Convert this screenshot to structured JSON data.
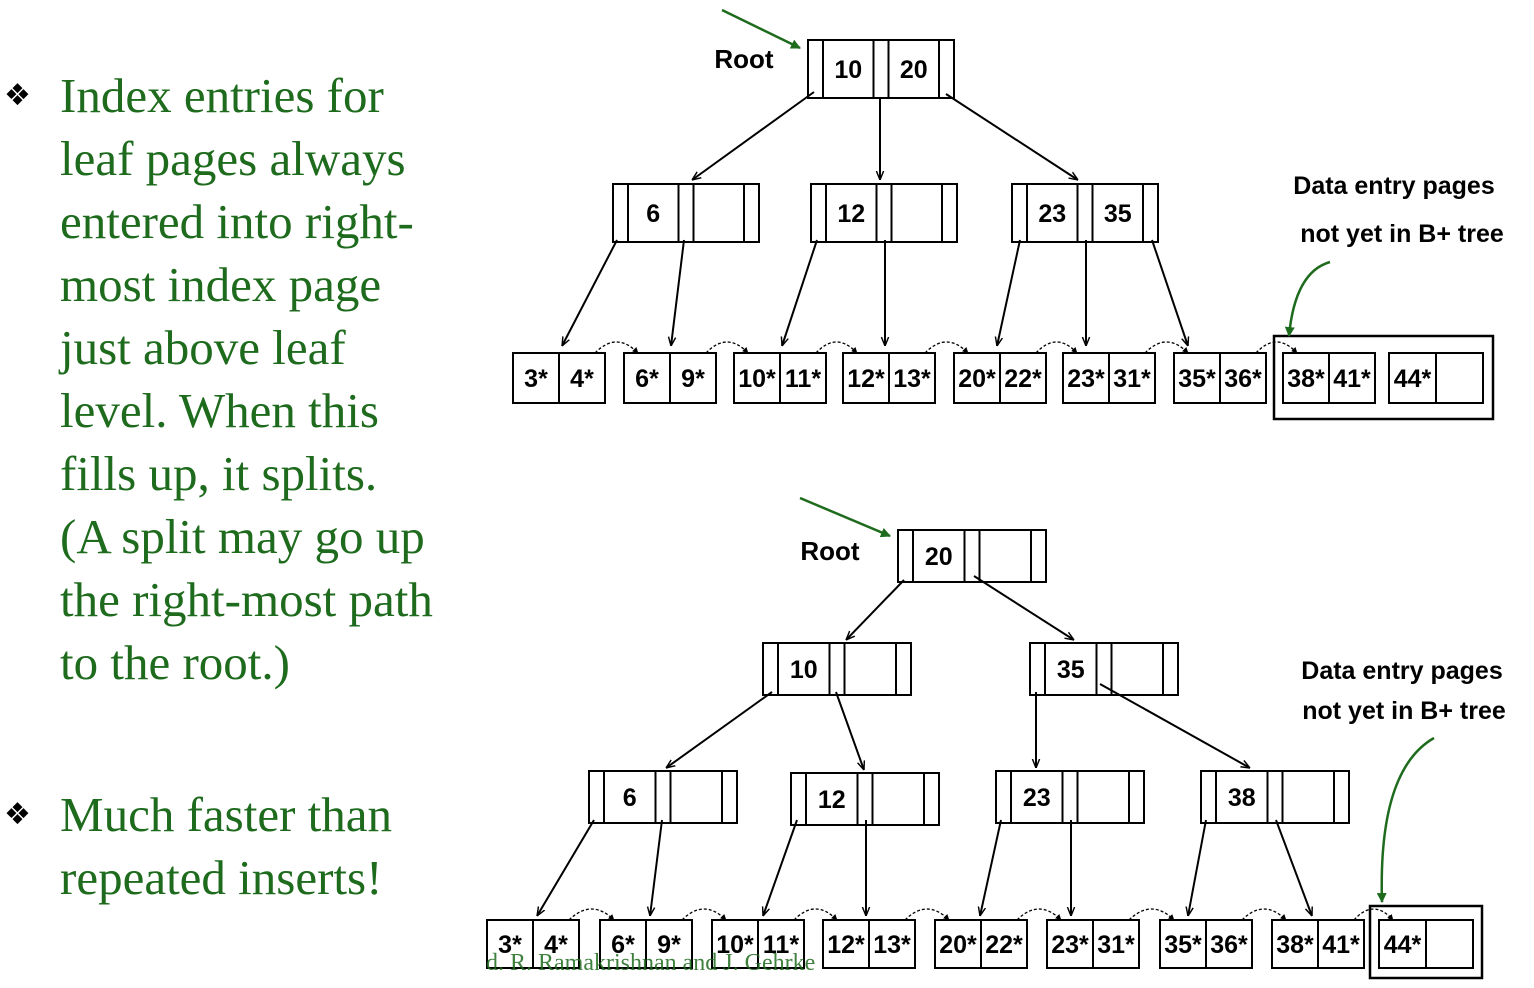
{
  "bullets": [
    {
      "glyph": "❖",
      "lines": [
        "Index entries for",
        "leaf pages always",
        "entered into right-",
        "most index page",
        "just above leaf",
        "level.  When this",
        "fills up, it splits.",
        "(A split may go up",
        "the right-most path",
        "to the root.)"
      ]
    },
    {
      "glyph": "❖",
      "lines": [
        "Much faster than",
        "repeated inserts!"
      ]
    }
  ],
  "top_tree": {
    "root_label": "Root",
    "root_keys": [
      "10",
      "20"
    ],
    "index_nodes": [
      [
        "6"
      ],
      [
        "12"
      ],
      [
        "23",
        "35"
      ]
    ],
    "leaves": [
      [
        "3*",
        "4*"
      ],
      [
        "6*",
        "9*"
      ],
      [
        "10*",
        "11*"
      ],
      [
        "12*",
        "13*"
      ],
      [
        "20*",
        "22*"
      ],
      [
        "23*",
        "31*"
      ],
      [
        "35*",
        "36*"
      ]
    ],
    "pending_leaves": [
      [
        "38*",
        "41*"
      ],
      [
        "44*",
        ""
      ]
    ],
    "note_lines": [
      "Data entry pages",
      "not yet in B+ tree"
    ]
  },
  "bottom_tree": {
    "root_label": "Root",
    "root_keys": [
      "20"
    ],
    "level1_nodes": [
      [
        "10"
      ],
      [
        "35"
      ]
    ],
    "level2_nodes": [
      [
        "6"
      ],
      [
        "12"
      ],
      [
        "23"
      ],
      [
        "38"
      ]
    ],
    "leaves": [
      [
        "3*",
        "4*"
      ],
      [
        "6*",
        "9*"
      ],
      [
        "10*",
        "11*"
      ],
      [
        "12*",
        "13*"
      ],
      [
        "20*",
        "22*"
      ],
      [
        "23*",
        "31*"
      ],
      [
        "35*",
        "36*"
      ],
      [
        "38*",
        "41*"
      ]
    ],
    "pending_leaves": [
      [
        "44*",
        ""
      ]
    ],
    "note_lines": [
      "Data entry pages",
      "not yet in B+ tree"
    ]
  },
  "footer": "d. R. Ramakrishnan and J. Gehrke",
  "colors": {
    "text_green": "#1e6b1e",
    "arrow_green": "#1e6b1e",
    "line": "#000000"
  }
}
